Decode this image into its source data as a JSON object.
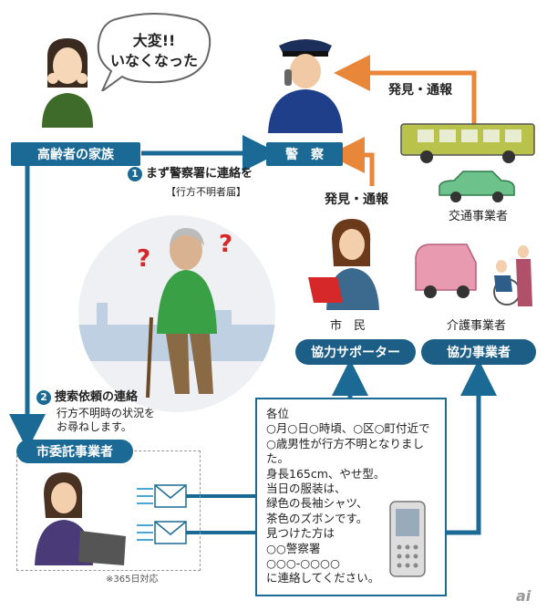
{
  "bubble": {
    "line1": "大変!!",
    "line2": "いなくなった"
  },
  "family_box": "高齢者の家族",
  "police_box": "警　察",
  "step1": {
    "num": "1",
    "text": "まず警察署に連絡を",
    "sub": "【行方不明者届】"
  },
  "discover_report_1": "発見・通報",
  "discover_report_2": "発見・通報",
  "transport_label": "交通事業者",
  "citizen_label": "市　民",
  "care_label": "介護事業者",
  "supporter_box": "協力サポーター",
  "business_box": "協力事業者",
  "step2": {
    "num": "2",
    "text": "捜索依頼の連絡",
    "sub1": "行方不明時の状況を",
    "sub2": "お尋ねします。"
  },
  "city_box": "市委託事業者",
  "note_365": "※365日対応",
  "message_lines": [
    "各位",
    "○月○日○時頃、○区○町付近で",
    "○歳男性が行方不明となりました。",
    "身長165cm、やせ型。",
    "当日の服装は、",
    "緑色の長袖シャツ、",
    "茶色のズボンです。",
    "見つけた方は",
    "○○警察署",
    "○○○-○○○○",
    "に連絡してください。"
  ],
  "watermark": "ai",
  "colors": {
    "blue": "#1b6a96",
    "orange": "#e8873a",
    "green": "#2f8a3a",
    "bus": "#b9c24a"
  }
}
